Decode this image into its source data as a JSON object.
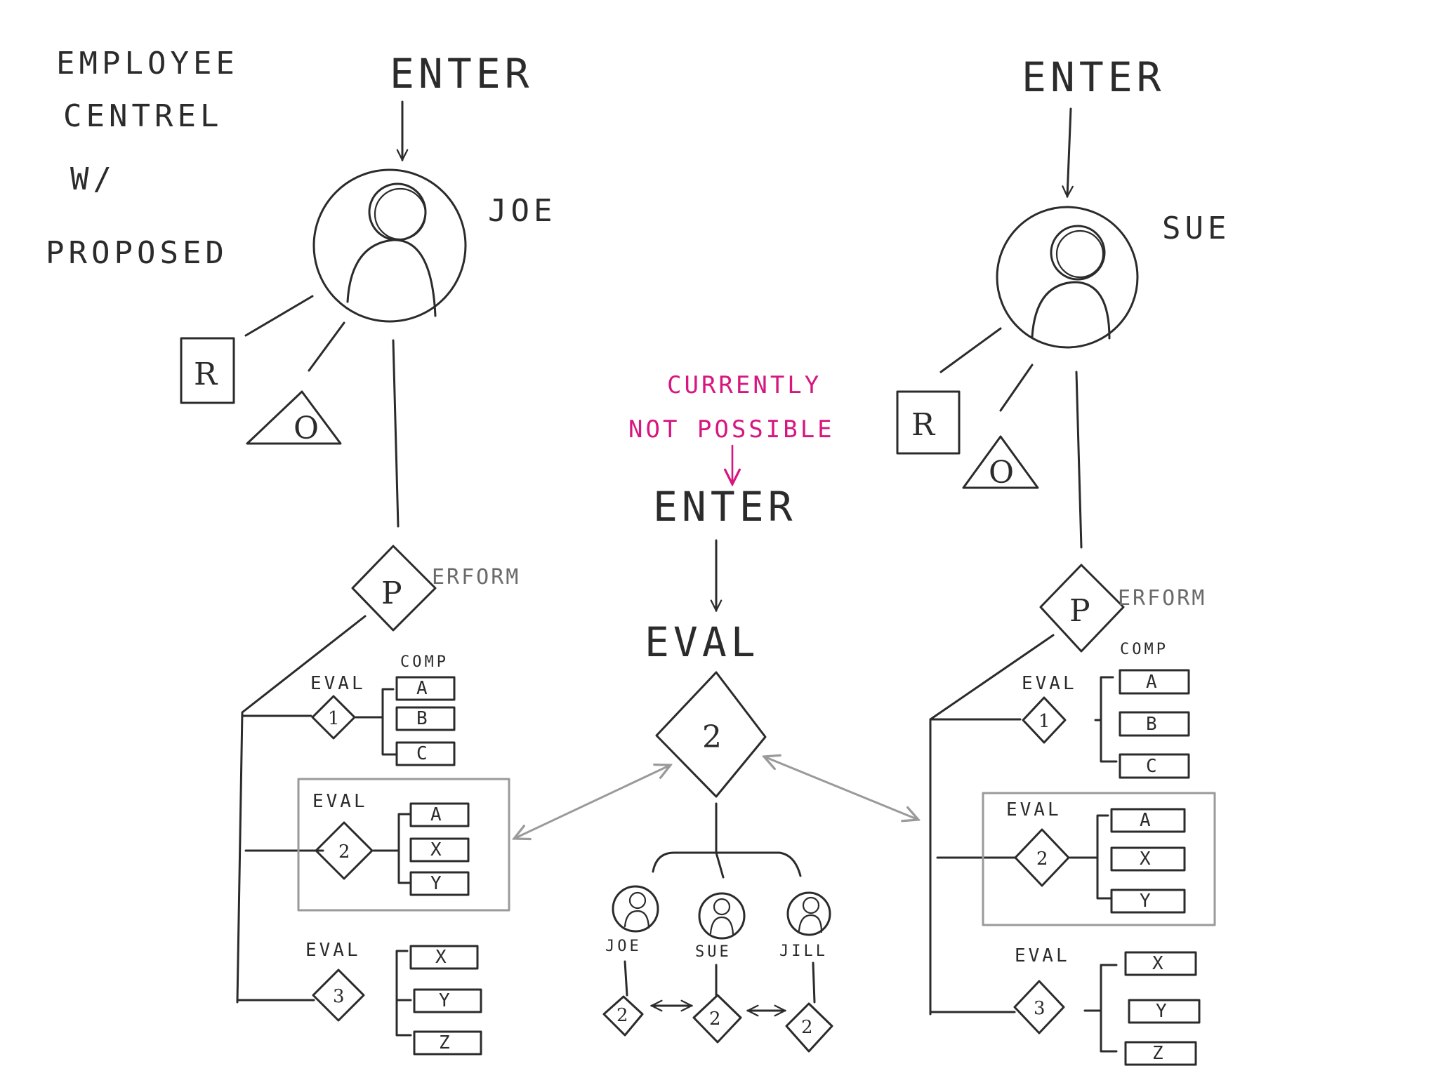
{
  "title": [
    "EMPLOYEE",
    "CENTREL",
    "W/",
    "PROPOSED"
  ],
  "left_person": {
    "enter": "ENTER",
    "name": "JOE",
    "r": "R",
    "o": "O",
    "p": "P",
    "perform": "ERFORM"
  },
  "right_person": {
    "enter": "ENTER",
    "name": "SUE",
    "r": "R",
    "o": "O",
    "p": "P",
    "perform": "ERFORM"
  },
  "comp_label": "COMP",
  "eval_label": "EVAL",
  "left_evals": [
    {
      "num": "1",
      "items": [
        "A",
        "B",
        "C"
      ]
    },
    {
      "num": "2",
      "items": [
        "A",
        "X",
        "Y"
      ]
    },
    {
      "num": "3",
      "items": [
        "X",
        "Y",
        "Z"
      ]
    }
  ],
  "right_evals": [
    {
      "num": "1",
      "items": [
        "A",
        "B",
        "C"
      ]
    },
    {
      "num": "2",
      "items": [
        "A",
        "X",
        "Y"
      ]
    },
    {
      "num": "3",
      "items": [
        "X",
        "Y",
        "Z"
      ]
    }
  ],
  "center": {
    "note_line1": "CURRENTLY",
    "note_line2": "NOT POSSIBLE",
    "enter": "ENTER",
    "eval": "EVAL",
    "num": "2",
    "people": [
      {
        "name": "JOE",
        "num": "2"
      },
      {
        "name": "SUE",
        "num": "2"
      },
      {
        "name": "JILL",
        "num": "2"
      }
    ]
  },
  "colors": {
    "ink": "#2b2b2b",
    "accent": "#d6177f",
    "highlight": "#9a9a9a"
  }
}
